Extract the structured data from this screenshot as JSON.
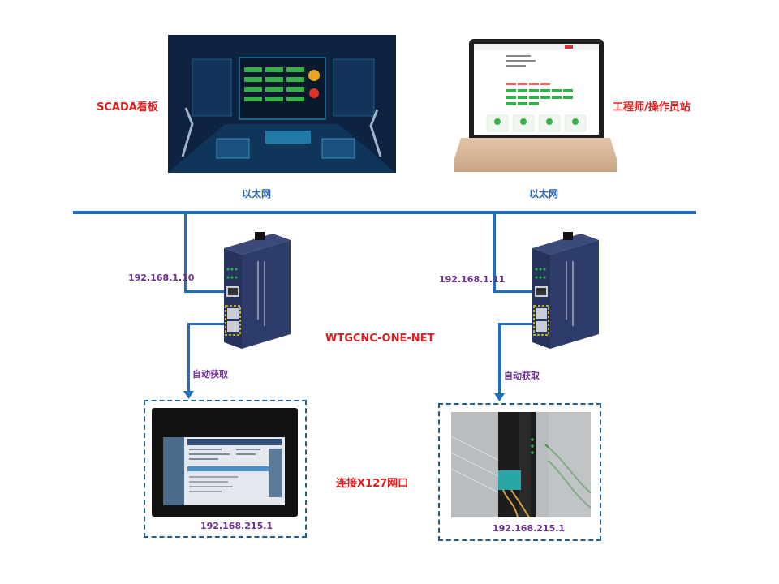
{
  "labels": {
    "scada": "SCADA看板",
    "engineer_station": "工程师/操作员站",
    "ethernet_left": "以太网",
    "ethernet_right": "以太网",
    "gateway_model": "WTGCNC-ONE-NET",
    "ip_left_gateway": "192.168.1.10",
    "ip_right_gateway": "192.168.1.11",
    "auto_left": "自动获取",
    "auto_right": "自动获取",
    "connect_note": "连接X127网口",
    "ip_left_device": "192.168.215.1",
    "ip_right_device": "192.168.215.1"
  },
  "colors": {
    "bus": "#1f6fc0",
    "red_label": "#e0201f",
    "purple_label": "#6b2d8f",
    "dash_border": "#1f5f98"
  }
}
